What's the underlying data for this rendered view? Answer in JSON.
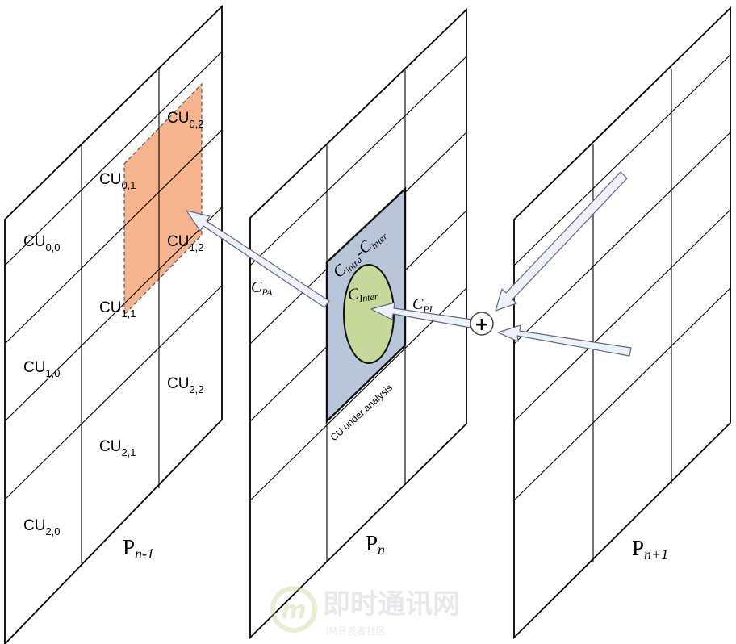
{
  "diagram": {
    "left_plane": {
      "label_main": "P",
      "label_sub": "n-1",
      "cells": [
        {
          "main": "CU",
          "sub": "0,0"
        },
        {
          "main": "CU",
          "sub": "0,1"
        },
        {
          "main": "CU",
          "sub": "0,2"
        },
        {
          "main": "CU",
          "sub": "1,0"
        },
        {
          "main": "CU",
          "sub": "1,1"
        },
        {
          "main": "CU",
          "sub": "1,2"
        },
        {
          "main": "CU",
          "sub": "2,0"
        },
        {
          "main": "CU",
          "sub": "2,1"
        },
        {
          "main": "CU",
          "sub": "2,2"
        }
      ]
    },
    "middle_plane": {
      "label_main": "P",
      "label_sub": "n",
      "cu_caption": "CU under analysis",
      "outer_label": {
        "a": "C",
        "a_sub": "intra",
        "dash": "-",
        "b": "C",
        "b_sub": "inter"
      },
      "inner_label": {
        "main": "C",
        "sub": "Inter"
      }
    },
    "right_plane": {
      "label_main": "P",
      "label_sub": "n+1"
    },
    "arrows": {
      "pa_label": {
        "main": "C",
        "sub": "PA"
      },
      "pi_label": {
        "main": "C",
        "sub": "PI"
      },
      "sum_symbol": "+"
    },
    "colors": {
      "highlight_fill": "#f5b48e",
      "cu_fill": "#b9c6d9",
      "inter_fill": "#c8d89a",
      "arrow_fill": "#eef1f7",
      "arrow_stroke": "#5b6785"
    }
  },
  "watermark": {
    "title": "即时通讯网",
    "subtitle": "IM开发者社区"
  }
}
